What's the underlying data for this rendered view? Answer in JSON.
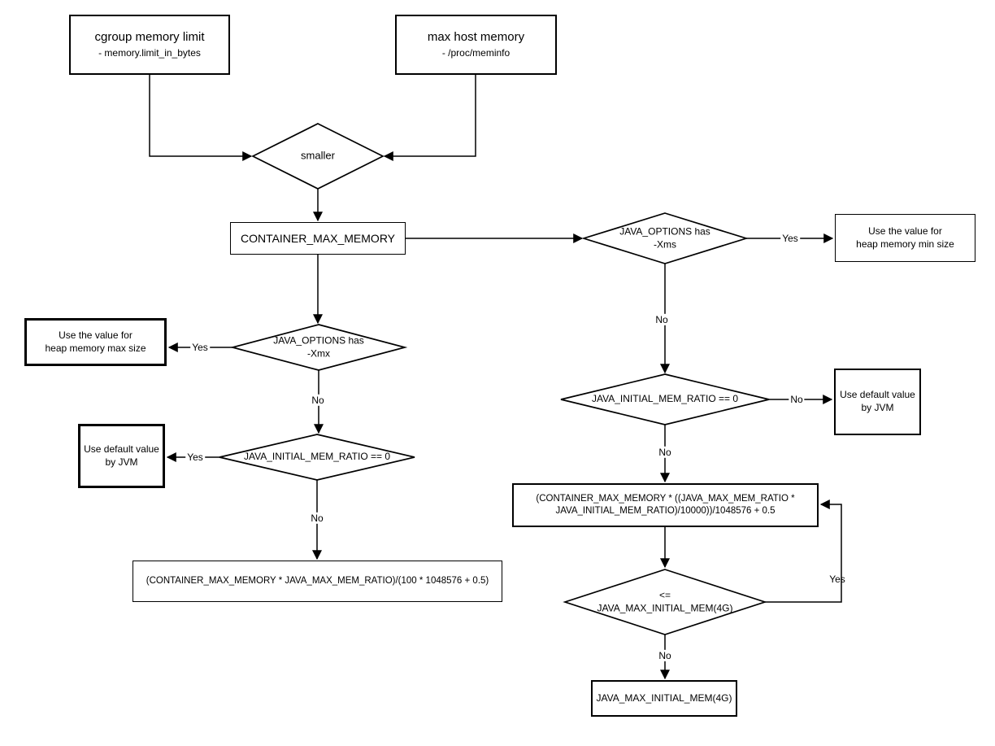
{
  "canvas": {
    "background": "#ffffff",
    "stroke_color": "#000000"
  },
  "nodes": {
    "cgroup": {
      "title": "cgroup memory limit",
      "subtitle": "- memory.limit_in_bytes"
    },
    "host": {
      "title": "max host memory",
      "subtitle": "- /proc/meminfo"
    },
    "smaller": {
      "label": "smaller"
    },
    "container_max": {
      "label": "CONTAINER_MAX_MEMORY"
    },
    "xms_decision": {
      "label": "JAVA_OPTIONS has\n-Xms"
    },
    "heap_min": {
      "label": "Use the value for\nheap memory min size"
    },
    "xmx_decision": {
      "label": "JAVA_OPTIONS has\n-Xmx"
    },
    "heap_max": {
      "label": "Use the value for\nheap memory max size"
    },
    "initial_ratio_left": {
      "label": "JAVA_INITIAL_MEM_RATIO == 0"
    },
    "jvm_default_left": {
      "label": "Use default value\nby JVM"
    },
    "max_mem_formula": {
      "label": "(CONTAINER_MAX_MEMORY * JAVA_MAX_MEM_RATIO)/(100 * 1048576 + 0.5)"
    },
    "initial_ratio_right": {
      "label": "JAVA_INITIAL_MEM_RATIO == 0"
    },
    "jvm_default_right": {
      "label": "Use default value\nby JVM"
    },
    "initial_mem_formula": {
      "label": "(CONTAINER_MAX_MEMORY * ((JAVA_MAX_MEM_RATIO *\nJAVA_INITIAL_MEM_RATIO)/10000))/1048576 + 0.5"
    },
    "max_initial_decision": {
      "label": "<=\nJAVA_MAX_INITIAL_MEM(4G)"
    },
    "max_initial_result": {
      "label": "JAVA_MAX_INITIAL_MEM(4G)"
    }
  },
  "edge_labels": {
    "xms_yes": "Yes",
    "xms_no": "No",
    "xmx_yes": "Yes",
    "xmx_no": "No",
    "initial_ratio_left_yes": "Yes",
    "initial_ratio_left_no": "No",
    "initial_ratio_right_no_east": "No",
    "initial_ratio_right_no_south": "No",
    "max_initial_yes": "Yes",
    "max_initial_no": "No"
  }
}
